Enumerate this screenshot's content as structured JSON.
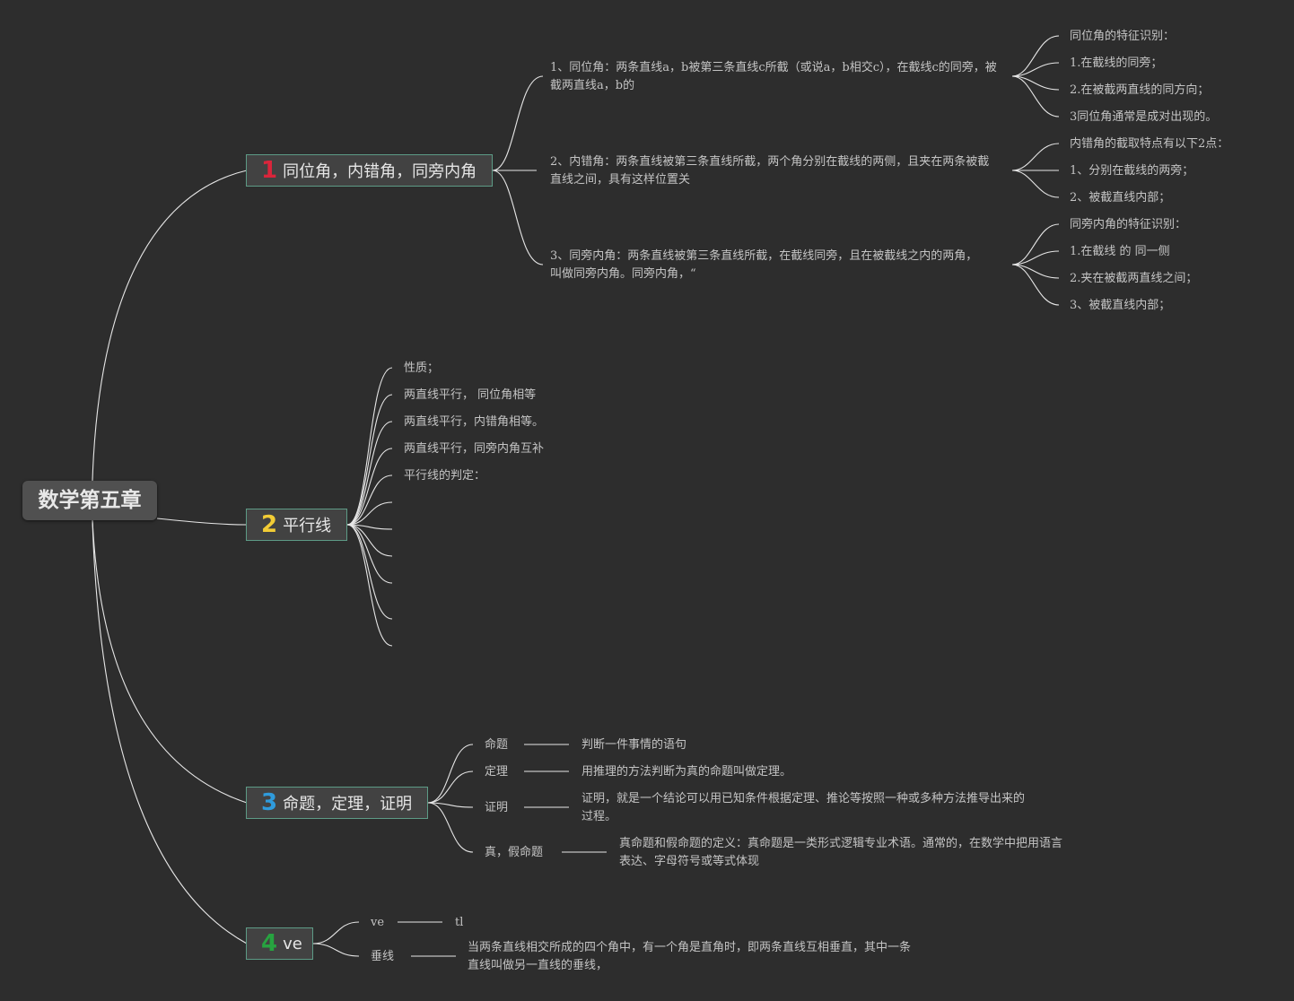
{
  "root": {
    "title": "数学第五章"
  },
  "branches": [
    {
      "num": "1",
      "num_color": "#d9253b",
      "label": "同位角，内错角，同旁内角"
    },
    {
      "num": "2",
      "num_color": "#f2cc35",
      "label": "平行线"
    },
    {
      "num": "3",
      "num_color": "#2f9bdc",
      "label": "命题，定理，证明"
    },
    {
      "num": "4",
      "num_color": "#27a340",
      "label": "ve"
    }
  ],
  "b1": {
    "items": [
      {
        "text": "1、同位角：两条直线a，b被第三条直线c所截（或说a，b相交c），在截线c的同旁，被截两直线a，b的",
        "children": [
          "同位角的特征识别：",
          "1.在截线的同旁；",
          "2.在被截两直线的同方向；",
          "3同位角通常是成对出现的。"
        ]
      },
      {
        "text": "2、内错角：两条直线被第三条直线所截，两个角分别在截线的两侧，且夹在两条被截直线之间，具有这样位置关",
        "children": [
          "内错角的截取特点有以下2点：",
          "1、分别在截线的两旁；",
          "2、被截直线内部；"
        ]
      },
      {
        "text": "3、同旁内角：两条直线被第三条直线所截，在截线同旁，且在被截线之内的两角，叫做同旁内角。同旁内角，“",
        "children": [
          "同旁内角的特征识别：",
          "1.在截线 的 同一侧",
          "2.夹在被截两直线之间；",
          "3、被截直线内部；"
        ]
      }
    ]
  },
  "b2": {
    "items": [
      "性质；",
      "两直线平行， 同位角相等",
      "两直线平行，内错角相等。",
      "两直线平行，同旁内角互补",
      "平行线的判定：",
      "",
      "",
      "",
      "",
      "",
      ""
    ]
  },
  "b3": {
    "items": [
      {
        "label": "命题",
        "desc": "判断一件事情的语句"
      },
      {
        "label": "定理",
        "desc": "用推理的方法判断为真的命题叫做定理。"
      },
      {
        "label": "证明",
        "desc": "证明，就是一个结论可以用已知条件根据定理、推论等按照一种或多种方法推导出来的过程。"
      },
      {
        "label": "真，假命题",
        "desc": "真命题和假命题的定义：真命题是一类形式逻辑专业术语。通常的，在数学中把用语言表达、字母符号或等式体现"
      }
    ]
  },
  "b4": {
    "items": [
      {
        "label": "ve",
        "desc": "tl"
      },
      {
        "label": "垂线",
        "desc": "当两条直线相交所成的四个角中，有一个角是直角时，即两条直线互相垂直，其中一条直线叫做另一直线的垂线，"
      }
    ]
  },
  "colors": {
    "background": "#2d2d2d",
    "line": "#e8e8e8",
    "node_border": "#5d9b86"
  }
}
